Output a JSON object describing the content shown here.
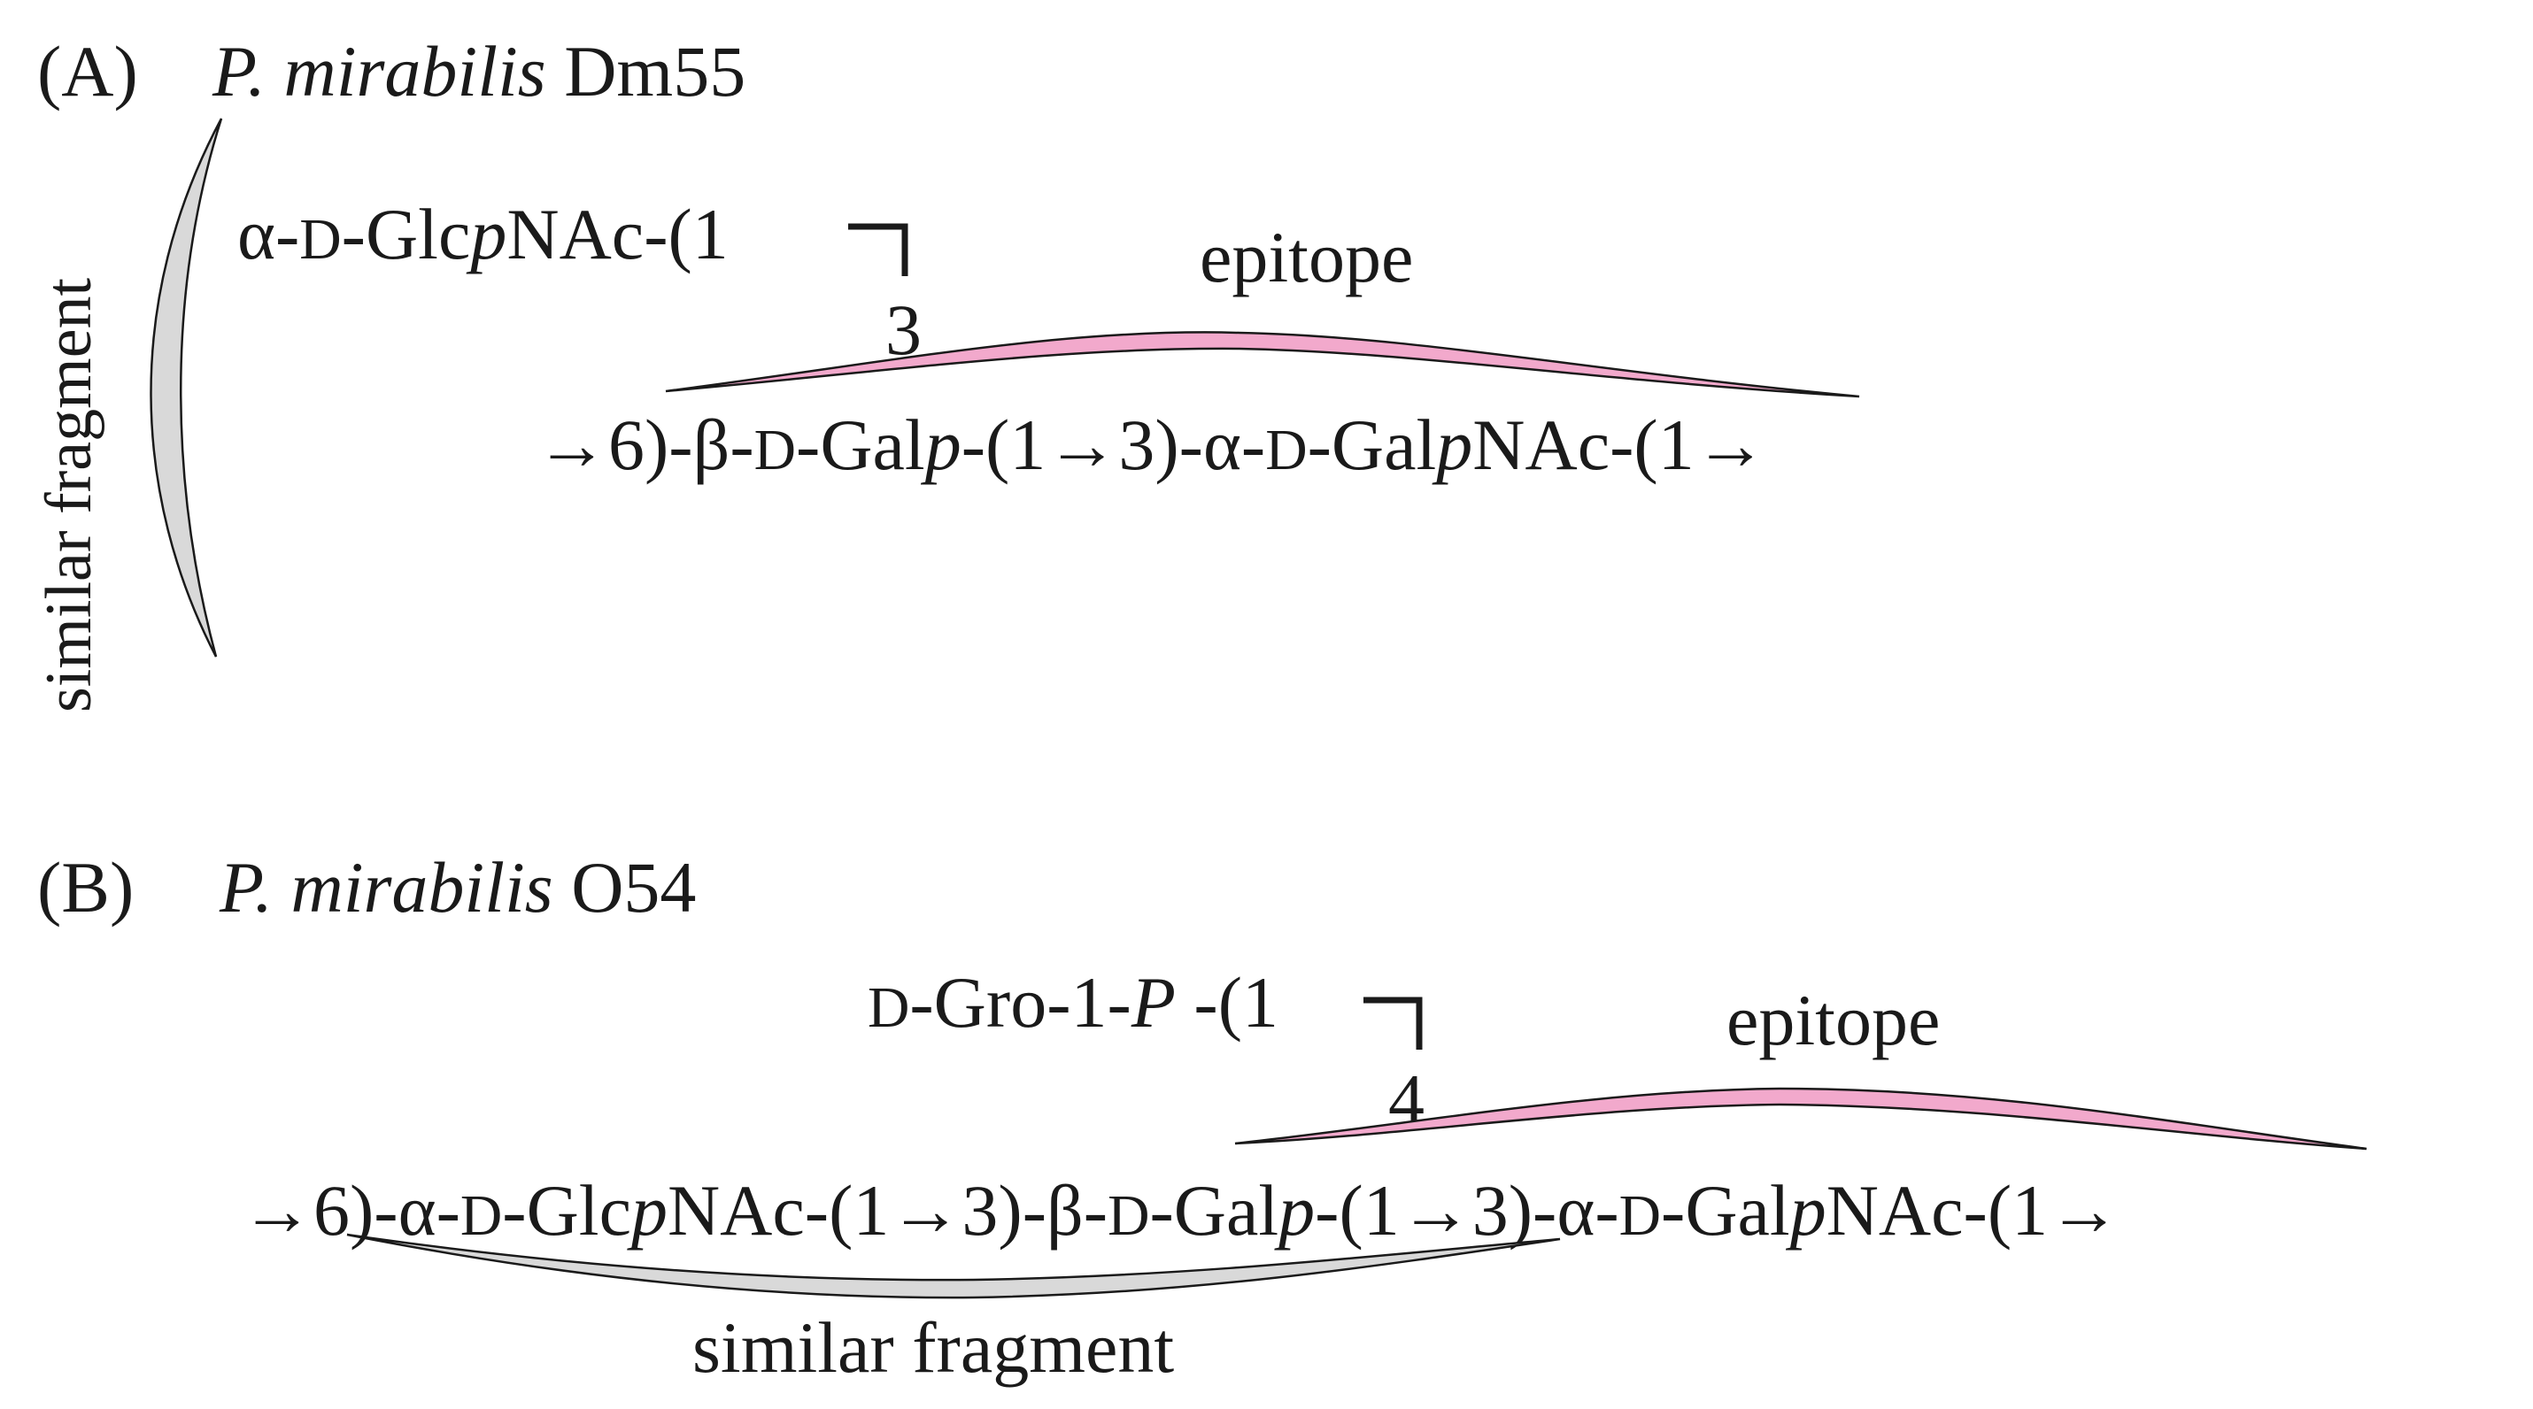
{
  "panel_a": {
    "label": "(A)",
    "organism_genus": "P. mirabilis",
    "organism_strain": "Dm55",
    "side_chain": {
      "alpha": "α-",
      "d": "D",
      "glc": "-Glc",
      "p": "p",
      "nac": "NAc-(1"
    },
    "link_position": "3",
    "epitope_label": "epitope",
    "similar_label": "similar fragment",
    "main_chain": {
      "start": "→6)-β-",
      "d1": "D",
      "gal1": "-Gal",
      "p1": "p",
      "mid": "-(1→3)-α-",
      "d2": "D",
      "gal2": "-Gal",
      "p2": "p",
      "end": "NAc-(1→"
    },
    "colors": {
      "epitope_fill": "#f2a9cc",
      "similar_fill": "#d9d9d9"
    }
  },
  "panel_b": {
    "label": "(B)",
    "organism_genus": "P. mirabilis",
    "organism_strain": "O54",
    "side_chain": {
      "d": "D",
      "gro": "-Gro-1-",
      "p": "P",
      "rest": " -(1"
    },
    "link_position": "4",
    "epitope_label": "epitope",
    "similar_label": "similar fragment",
    "main_chain": {
      "start": "→6)-α-",
      "d1": "D",
      "glc": "-Glc",
      "p1": "p",
      "mid1": "NAc-(1→3)-β-",
      "d2": "D",
      "gal1": "-Gal",
      "p2": "p",
      "mid2": "-(1→3)-α-",
      "d3": "D",
      "gal2": "-Gal",
      "p3": "p",
      "end": "NAc-(1→"
    },
    "colors": {
      "epitope_fill": "#f2a9cc",
      "similar_fill": "#d9d9d9"
    }
  }
}
